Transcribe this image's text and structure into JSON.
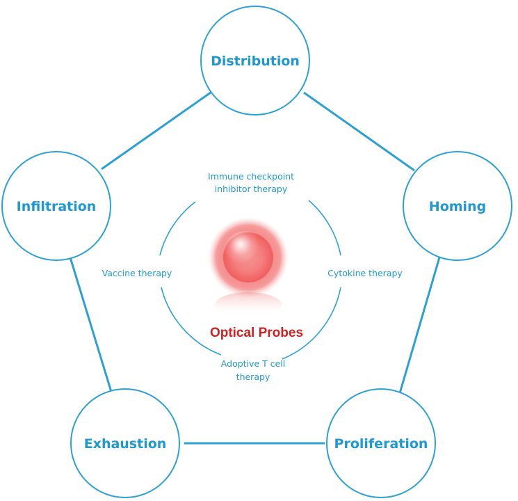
{
  "colors": {
    "primary": "#2ca0d3",
    "text": "#1e98cf",
    "center_text": "#cc2222",
    "sphere_core": "#ec3b3b"
  },
  "nodes": [
    {
      "id": "distribution",
      "label": "Distribution"
    },
    {
      "id": "homing",
      "label": "Homing"
    },
    {
      "id": "proliferation",
      "label": "Proliferation"
    },
    {
      "id": "exhaustion",
      "label": "Exhaustion"
    },
    {
      "id": "infiltration",
      "label": "Infiltration"
    }
  ],
  "therapies": {
    "top": [
      "Immune checkpoint",
      "inhibitor therapy"
    ],
    "right": [
      "Cytokine therapy"
    ],
    "bottom": [
      "Adoptive T cell",
      "therapy"
    ],
    "left": [
      "Vaccine therapy"
    ]
  },
  "center": {
    "label": "Optical Probes"
  }
}
